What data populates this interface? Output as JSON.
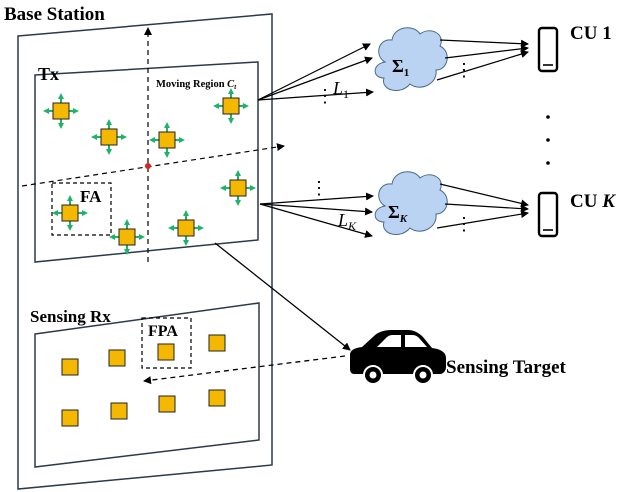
{
  "labels": {
    "base_station": "Base Station",
    "tx": "Tx",
    "moving_region": "Moving Region",
    "moving_region_symbol": "C",
    "moving_region_sub": "t",
    "fa": "FA",
    "sensing_rx": "Sensing Rx",
    "fpa": "FPA",
    "sensing_target": "Sensing Target",
    "cu_1": "CU 1",
    "cu_k_prefix": "CU",
    "cu_k_var": "K",
    "l1": "L",
    "l1_sub": "1",
    "lk": "L",
    "lk_sub": "K",
    "sigma1": "Σ",
    "sigma1_sub": "1",
    "sigmak": "Σ",
    "sigmak_sub": "K",
    "vdots": "⋮",
    "dots_vertical": "·"
  },
  "colors": {
    "antenna_fill": "#F5B800",
    "arrow_green": "#1DB36A",
    "cloud_fill": "#BBD3F2",
    "origin_red": "#E02020",
    "stroke": "#1f2f3f"
  },
  "icons": [
    "cloud-icon",
    "phone-icon",
    "car-icon"
  ]
}
